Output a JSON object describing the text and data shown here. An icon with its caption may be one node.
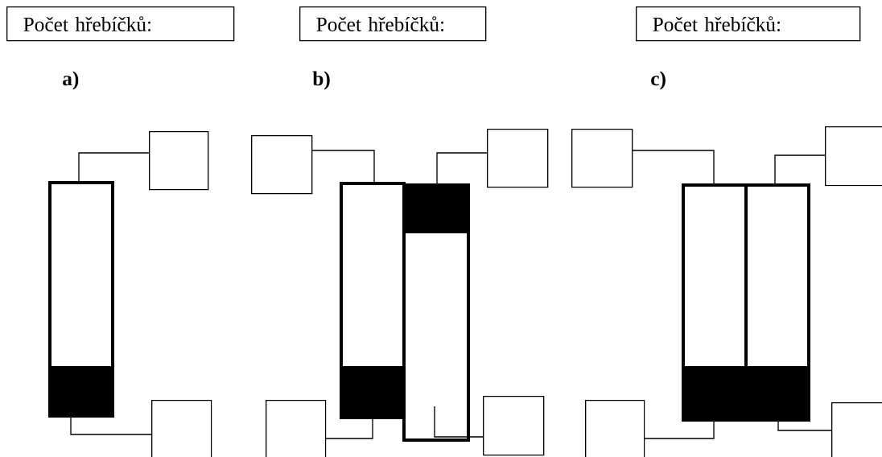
{
  "diagram": {
    "nodes": [
      {
        "text": [
          "Počet hřebíčků:"
        ]
      },
      {
        "text": [
          "Počet hřebíčků:"
        ]
      },
      {
        "text": [
          "Počet hřebíčků:"
        ]
      },
      {
        "text": [],
        "shape": "box"
      },
      {
        "text": [],
        "shape": "bar"
      },
      {
        "text": [],
        "shape": "box"
      },
      {
        "text": [],
        "shape": "box"
      },
      {
        "text": [],
        "shape": "box"
      },
      {
        "text": [],
        "shape": "bar"
      },
      {
        "text": [],
        "shape": "bar"
      },
      {
        "text": [],
        "shape": "box"
      },
      {
        "text": [],
        "shape": "box"
      },
      {
        "text": [],
        "shape": "box"
      },
      {
        "text": [],
        "shape": "box"
      },
      {
        "text": [],
        "shape": "bar"
      },
      {
        "text": [],
        "shape": "bar"
      },
      {
        "text": [],
        "shape": "box"
      },
      {
        "text": [],
        "shape": "box"
      }
    ],
    "edges": [
      {
        "from": 4,
        "to": 3,
        "arrow": "none"
      },
      {
        "from": 4,
        "to": 5,
        "arrow": "none"
      },
      {
        "from": 8,
        "to": 6,
        "arrow": "none"
      },
      {
        "from": 9,
        "to": 7,
        "arrow": "none"
      },
      {
        "from": 8,
        "to": 10,
        "arrow": "none"
      },
      {
        "from": 9,
        "to": 11,
        "arrow": "none"
      },
      {
        "from": 14,
        "to": 12,
        "arrow": "none"
      },
      {
        "from": 15,
        "to": 13,
        "arrow": "none"
      },
      {
        "from": 14,
        "to": 16,
        "arrow": "none"
      },
      {
        "from": 15,
        "to": 17,
        "arrow": "none"
      }
    ],
    "labels": [
      "a)",
      "b)",
      "c)"
    ]
  }
}
